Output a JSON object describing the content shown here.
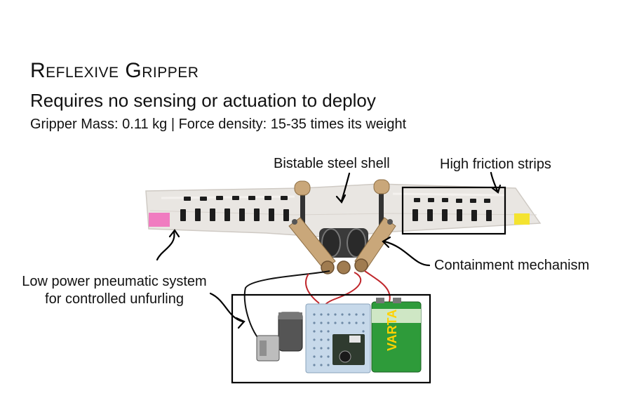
{
  "slide": {
    "title": "Reflexive Gripper",
    "subtitle": "Requires no sensing or actuation to deploy",
    "specs": "Gripper Mass: 0.11 kg | Force density: 15-35 times its weight"
  },
  "callouts": {
    "shell": "Bistable steel shell",
    "strips": "High friction strips",
    "containment": "Containment mechanism",
    "pneumatic_line1": "Low power pneumatic system",
    "pneumatic_line2": "for controlled unfurling"
  },
  "colors": {
    "text": "#111111",
    "outline": "#000000",
    "sleeve": "#e9e6e2",
    "friction_strip": "#1c1c1c",
    "wood": "#c9a77a",
    "pink_tab": "#f07cc0",
    "yellow_tab": "#f4e330",
    "battery_green": "#2e9b3a",
    "board_blue": "#c7d9ea",
    "wire_red": "#c0262b"
  },
  "battery": {
    "brand": "VARTA"
  }
}
